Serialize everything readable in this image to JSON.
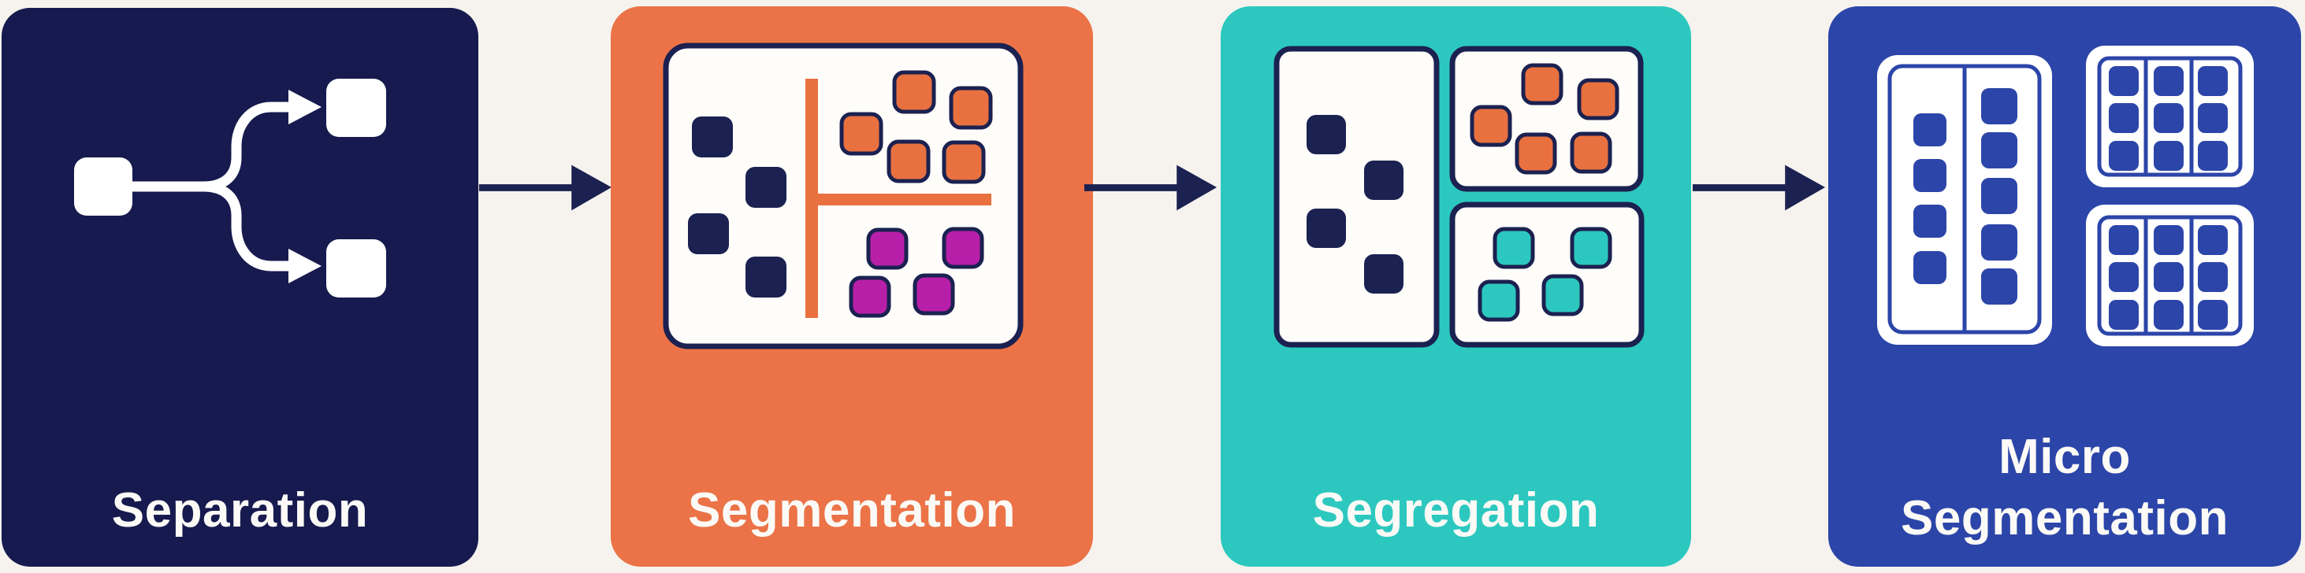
{
  "title": "Network segmentation stages flow diagram",
  "colors": {
    "background": "#f6f3ee",
    "navy": "#171a4e",
    "ink": "#1b2150",
    "orange": "#eb7347",
    "orange_fill": "#e8713f",
    "teal": "#2cc8bf",
    "blue": "#2c45a9",
    "magenta": "#b81fa9",
    "white": "#ffffff",
    "card": "#fffdfa"
  },
  "panels": [
    {
      "label": "Separation",
      "color": "#171a4e",
      "icon": "split-arrows-icon"
    },
    {
      "label": "Segmentation",
      "color": "#eb7347",
      "icon": "quadrant-groups-icon"
    },
    {
      "label": "Segregation",
      "color": "#2cc8bf",
      "icon": "segregated-containers-icon"
    },
    {
      "label": "Micro Segmentation",
      "lines": [
        "Micro",
        "Segmentation"
      ],
      "color": "#2c45a9",
      "icon": "micro-grids-icon"
    }
  ],
  "arrows": {
    "count": 3,
    "direction": "right",
    "color": "#1b2150"
  }
}
